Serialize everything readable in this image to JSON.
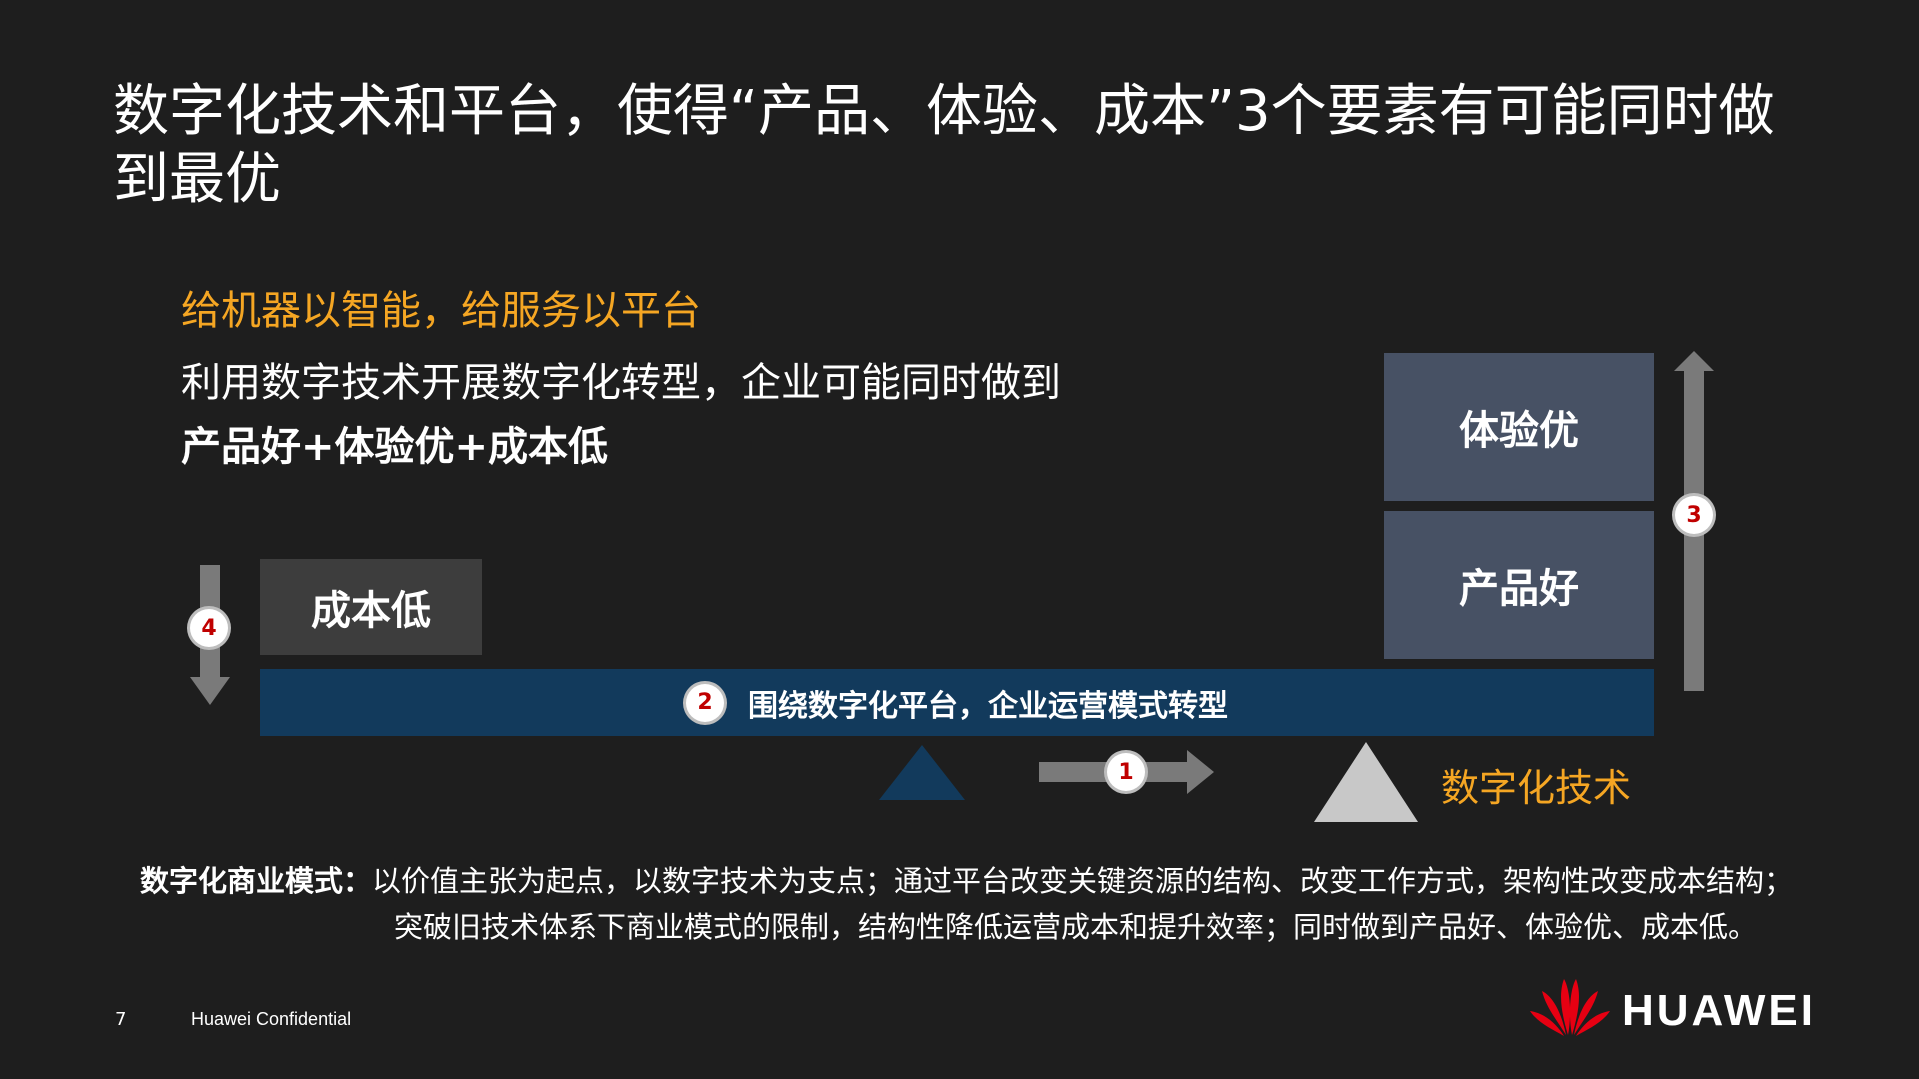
{
  "slide": {
    "title": "数字化技术和平台，使得“产品、体验、成本”3个要素有可能同时做到最优",
    "subtitle_orange": "给机器以智能，给服务以平台",
    "line1": "利用数字技术开展数字化转型，企业可能同时做到",
    "line2": "产品好+体验优+成本低"
  },
  "boxes": {
    "cost": "成本低",
    "experience": "体验优",
    "product": "产品好"
  },
  "platform": {
    "badge": "2",
    "label": "围绕数字化平台，企业运营模式转型"
  },
  "badges": {
    "b1": "1",
    "b3": "3",
    "b4": "4"
  },
  "tech_label": "数字化技术",
  "business_model": {
    "label": "数字化商业模式：",
    "line1": "以价值主张为起点，以数字技术为支点；通过平台改变关键资源的结构、改变工作方式，架构性改变成本结构；",
    "line2": "突破旧技术体系下商业模式的限制，结构性降低运营成本和提升效率；同时做到产品好、体验优、成本低。"
  },
  "footer": {
    "page_number": "7",
    "confidential": "Huawei Confidential",
    "brand": "HUAWEI"
  },
  "colors": {
    "background": "#1e1e1e",
    "accent_orange": "#f5a623",
    "platform_blue": "#123a5c",
    "box_slate": "#475164",
    "box_dark": "#3d3d3d",
    "badge_red": "#c00000",
    "logo_red": "#e60012"
  },
  "icons": [
    "arrow-up-icon",
    "arrow-down-icon",
    "arrow-right-icon",
    "triangle-blue-icon",
    "triangle-gray-icon",
    "huawei-logo-icon"
  ]
}
